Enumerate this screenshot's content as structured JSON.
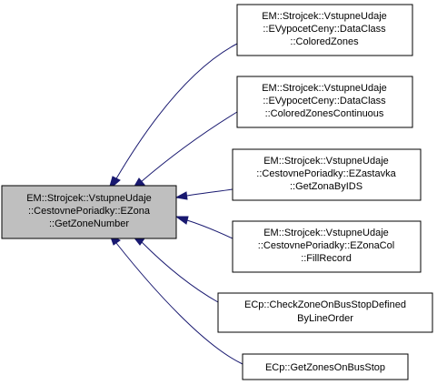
{
  "colors": {
    "focus_fill": "#bfbfbf",
    "node_fill": "#ffffff",
    "edge": "#191970",
    "border": "#000000"
  },
  "focus_node": {
    "lines": [
      "EM::Strojcek::VstupneUdaje",
      "::CestovnePoriadky::EZona",
      "::GetZoneNumber"
    ]
  },
  "callers": [
    {
      "lines": [
        "EM::Strojcek::VstupneUdaje",
        "::EVypocetCeny::DataClass",
        "::ColoredZones"
      ]
    },
    {
      "lines": [
        "EM::Strojcek::VstupneUdaje",
        "::EVypocetCeny::DataClass",
        "::ColoredZonesContinuous"
      ]
    },
    {
      "lines": [
        "EM::Strojcek::VstupneUdaje",
        "::CestovnePoriadky::EZastavka",
        "::GetZonaByIDS"
      ]
    },
    {
      "lines": [
        "EM::Strojcek::VstupneUdaje",
        "::CestovnePoriadky::EZonaCol",
        "::FillRecord"
      ]
    },
    {
      "lines": [
        "ECp::CheckZoneOnBusStopDefined",
        "ByLineOrder"
      ]
    },
    {
      "lines": [
        "ECp::GetZonesOnBusStop"
      ]
    }
  ]
}
